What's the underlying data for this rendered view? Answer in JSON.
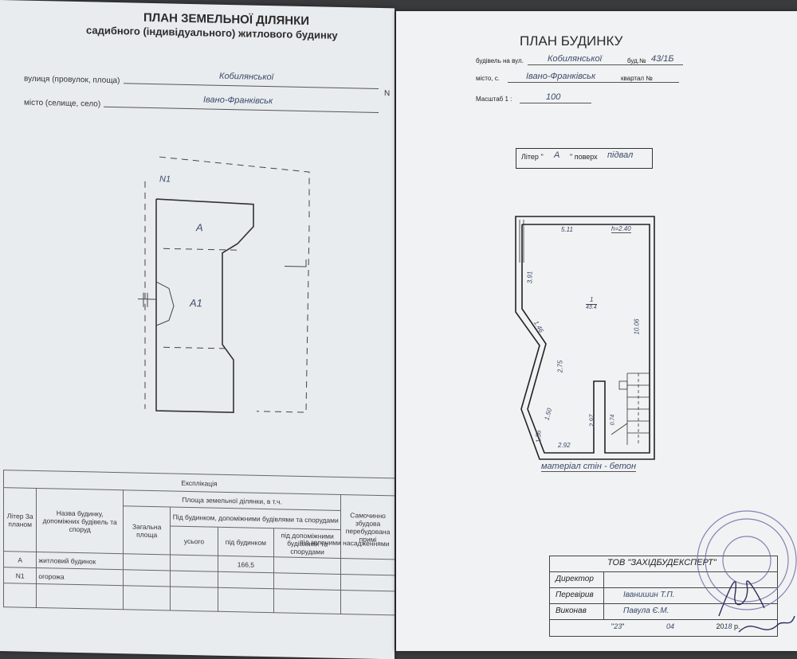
{
  "left": {
    "title": "ПЛАН ЗЕМЕЛЬНОЇ ДІЛЯНКИ",
    "subtitle": "садибного (індивідуального) житлового будинку",
    "street_label": "вулиця (провулок, площа)",
    "street_value": "Кобилянської",
    "city_label": "місто (селище, село)",
    "city_value": "Івано-Франківськ",
    "north_mark": "N",
    "plan_labels": {
      "n1": "N1",
      "a": "А",
      "a1": "А1"
    },
    "table": {
      "caption": "Експлікація",
      "col_liter": "Літер За планом",
      "col_name": "Назва будинку, допоміжних будівель та споруд",
      "col_area_group": "Площа земельної ділянки, в т.ч.",
      "col_total": "Загальна площа",
      "col_under_bld": "Під будинком, допоміжними будівлями та спорудами",
      "col_all": "усього",
      "col_house": "під будинком",
      "col_aux": "під допоміжними будівлями та спорудами",
      "col_green": "під зеленими насадженнями",
      "col_selfbuilt": "Самочинно збудова перебудована примі",
      "rows": [
        {
          "liter": "А",
          "name": "житловий будинок",
          "house": "166,5"
        },
        {
          "liter": "N1",
          "name": "огорожа",
          "house": ""
        }
      ]
    }
  },
  "right": {
    "title": "ПЛАН БУДИНКУ",
    "building_label": "будівель на вул.",
    "building_street": "Кобилянської",
    "bud_label": "буд.№",
    "bud_value": "43/1Б",
    "city_label": "місто, с.",
    "city_value": "Івано-Франківськ",
    "quarter_label": "квартал №",
    "scale_label": "Масштаб 1 :",
    "scale_value": "100",
    "liter_label": "Літер \"",
    "liter_value": "А",
    "floor_label": "\" поверх",
    "floor_value": "підвал",
    "dims": {
      "d511": "5.11",
      "h": "h=2.40",
      "d391": "3.91",
      "room": "1",
      "room_area": "43.4",
      "d1006": "10.06",
      "d146": "1.46",
      "d275": "2.75",
      "d150": "1.50",
      "d297": "2.97",
      "d156": "1.56",
      "d292": "2.92",
      "d074": "0.74"
    },
    "material": "матеріал стін - бетон",
    "stamp": {
      "company": "ТОВ \"ЗАХІДБУДЕКСПЕРТ\"",
      "director_label": "Директор",
      "checked_label": "Перевірив",
      "checked_name": "Іванишин Т.П.",
      "made_label": "Виконав",
      "made_name": "Павула Є.М.",
      "date_day": "23",
      "date_month": "04",
      "date_year_prefix": "20",
      "date_year": "18",
      "date_suffix": "р."
    }
  },
  "colors": {
    "paper_left": "#e9ecef",
    "paper_right": "#f1f2f3",
    "seal": "#7a6aa8",
    "ink": "#3a4a6a"
  }
}
